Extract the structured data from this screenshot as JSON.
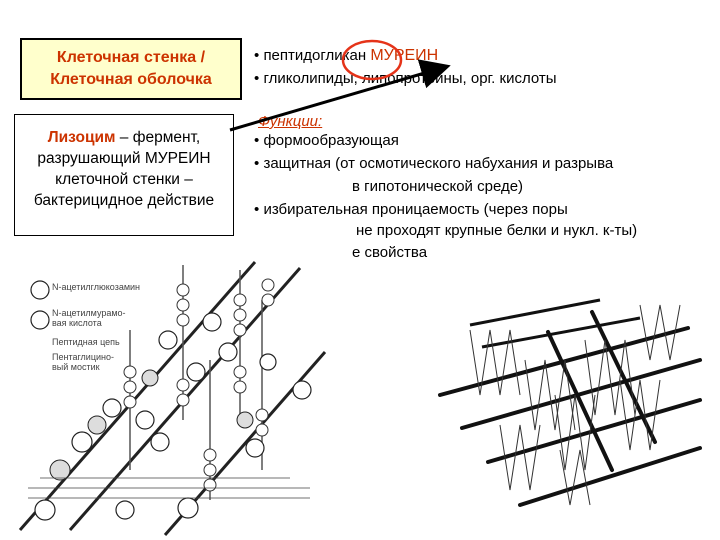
{
  "wall_box": {
    "line1": "Клеточная стенка /",
    "line2": "Клеточная оболочка"
  },
  "lysozyme_box": {
    "name": "Лизоцим",
    "rest1": " – фермент,",
    "line2": "разрушающий МУРЕИН",
    "line3": "клеточной стенки –",
    "line4": "бактерицидное действие"
  },
  "composition": [
    {
      "bullet": "•",
      "text": "пептидогликан",
      "highlight": "МУРЕИН"
    },
    {
      "bullet": "•",
      "text": "гликолипиды, липопротеины, орг. кислоты"
    }
  ],
  "functions": {
    "title": "Функции:",
    "items": [
      {
        "bullet": "•",
        "text": "формообразующая"
      },
      {
        "bullet": "•",
        "text": "защитная (от осмотического набухания и разрыва",
        "cont": "в гипотонической среде)"
      },
      {
        "bullet": "•",
        "text": "избирательная проницаемость (через поры",
        "cont": "не проходят крупные белки и нукл. к-ты)"
      }
    ],
    "tail": "е свойства"
  },
  "legend": {
    "item1": "N-ацетилглюкозамин",
    "item2a": "N-ацетилмурамо-",
    "item2b": "вая кислота",
    "item3": "Пептидная цепь",
    "item4a": "Пентаглицино-",
    "item4b": "вый мостик"
  },
  "colors": {
    "accent": "#cc3300",
    "box_fill": "#ffffcc",
    "circle": "#e53319"
  }
}
